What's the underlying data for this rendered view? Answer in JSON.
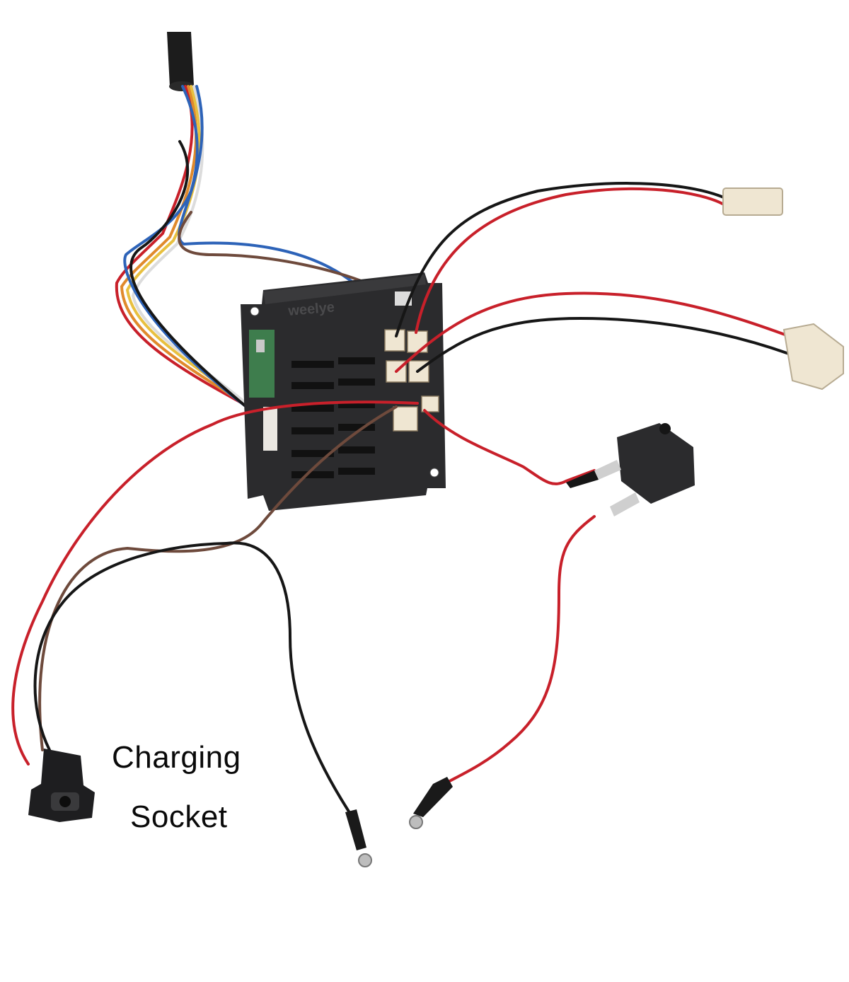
{
  "photo": {
    "brand_mark": "weelye"
  },
  "labels": {
    "line1": "Charging",
    "line2": "Socket"
  },
  "colors": {
    "background": "#ffffff",
    "housing": "#2b2b2d",
    "wire_red": "#c8202a",
    "wire_black": "#161616",
    "wire_brown": "#6e4a3c",
    "wire_blue": "#2d63b8",
    "wire_orange": "#e08a2c",
    "wire_yellow": "#e8c040",
    "wire_white": "#dcdcdc",
    "connector_cream": "#efe6d2",
    "pcb_green": "#3e7d4d"
  }
}
